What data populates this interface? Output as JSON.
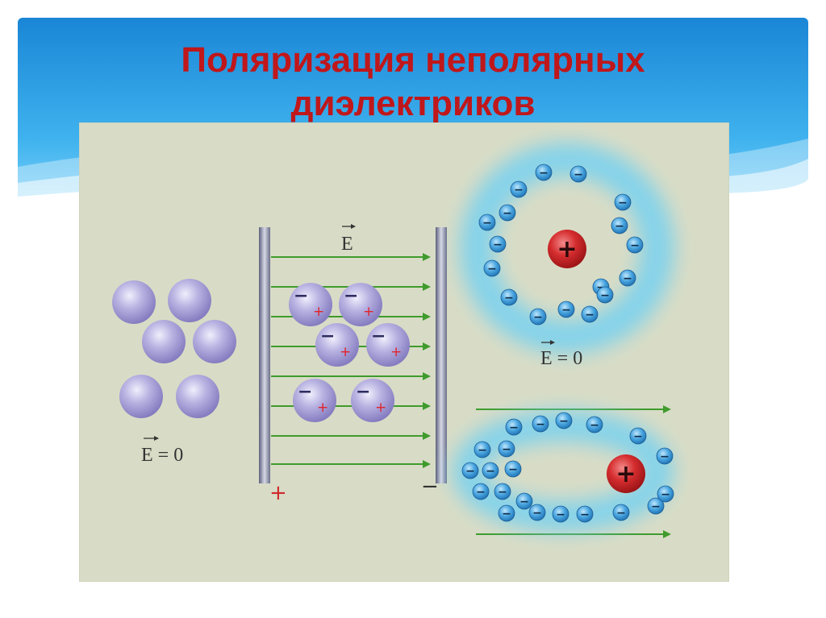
{
  "slide": {
    "title_line1": "Поляризация неполярных",
    "title_line2": "диэлектриков"
  },
  "figure": {
    "panel_left_label": "E = 0",
    "panel_middle": {
      "field_label": "E",
      "plate_left_sign": "+",
      "plate_right_sign": "−",
      "molecule_charges": [
        "−",
        "+"
      ]
    },
    "panel_top_right_label": "E = 0",
    "nucleus_sign": "+",
    "electron_sign": "−"
  },
  "colors": {
    "title": "#c0171b",
    "panel_background": "#d8dcc6",
    "field_arrows": "#3f9b2d",
    "molecules": "#a9a3d6",
    "nucleus": "#d0282c",
    "electrons": "#2f8fd0",
    "electron_glow": "#6fd0f3",
    "plates": "#8a8ea8"
  }
}
